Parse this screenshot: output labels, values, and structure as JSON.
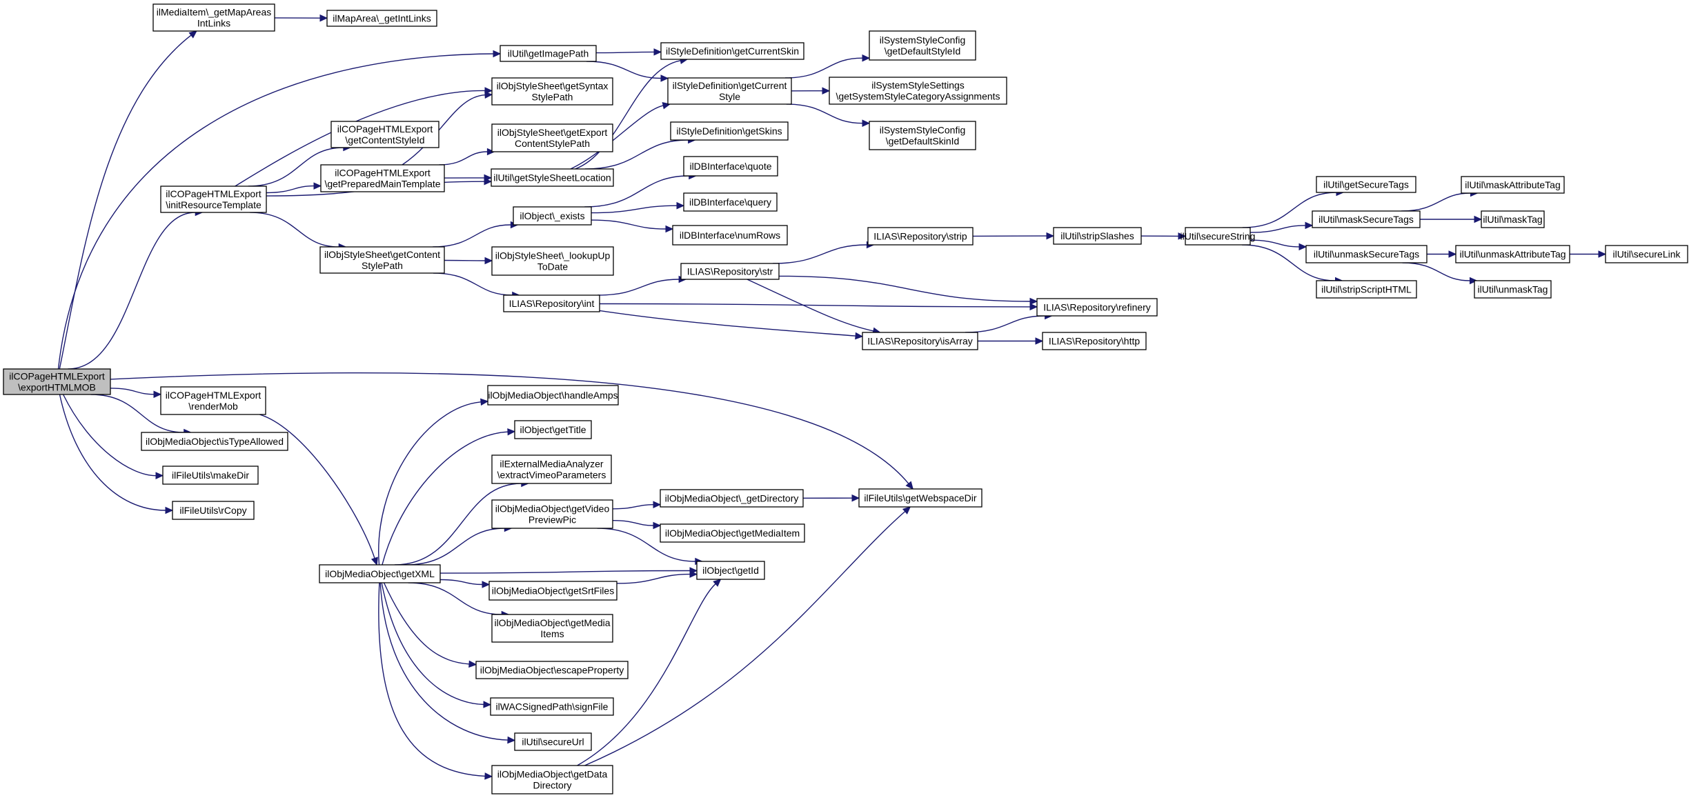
{
  "diagram": {
    "colors": {
      "edge": "#191970",
      "node_border": "#000000",
      "node_fill": "#ffffff",
      "root_fill": "#bfbfbf"
    },
    "nodes": [
      {
        "id": "root",
        "lines": [
          "ilCOPageHTMLExport",
          "\\exportHTMLMOB"
        ]
      },
      {
        "id": "getMapAreasIntLinks",
        "lines": [
          "ilMediaItem\\_getMapAreas",
          "IntLinks"
        ]
      },
      {
        "id": "mapGetIntLinks",
        "lines": [
          "ilMapArea\\_getIntLinks"
        ]
      },
      {
        "id": "getImagePath",
        "lines": [
          "ilUtil\\getImagePath"
        ]
      },
      {
        "id": "getCurrentSkin",
        "lines": [
          "ilStyleDefinition\\getCurrentSkin"
        ]
      },
      {
        "id": "getCurrentStyle",
        "lines": [
          "ilStyleDefinition\\getCurrent",
          "Style"
        ]
      },
      {
        "id": "getDefaultStyleId",
        "lines": [
          "ilSystemStyleConfig",
          "\\getDefaultStyleId"
        ]
      },
      {
        "id": "getSystemStyleCategoryAssignments",
        "lines": [
          "ilSystemStyleSettings",
          "\\getSystemStyleCategoryAssignments"
        ]
      },
      {
        "id": "getDefaultSkinId",
        "lines": [
          "ilSystemStyleConfig",
          "\\getDefaultSkinId"
        ]
      },
      {
        "id": "getSyntaxStylePath",
        "lines": [
          "ilObjStyleSheet\\getSyntax",
          "StylePath"
        ]
      },
      {
        "id": "getContentStyleId",
        "lines": [
          "ilCOPageHTMLExport",
          "\\getContentStyleId"
        ]
      },
      {
        "id": "getExportContentStylePath",
        "lines": [
          "ilObjStyleSheet\\getExport",
          "ContentStylePath"
        ]
      },
      {
        "id": "getSkins",
        "lines": [
          "ilStyleDefinition\\getSkins"
        ]
      },
      {
        "id": "getPreparedMainTemplate",
        "lines": [
          "ilCOPageHTMLExport",
          "\\getPreparedMainTemplate"
        ]
      },
      {
        "id": "getStyleSheetLocation",
        "lines": [
          "ilUtil\\getStyleSheetLocation"
        ]
      },
      {
        "id": "initResourceTemplate",
        "lines": [
          "ilCOPageHTMLExport",
          "\\initResourceTemplate"
        ]
      },
      {
        "id": "quote",
        "lines": [
          "ilDBInterface\\quote"
        ]
      },
      {
        "id": "query",
        "lines": [
          "ilDBInterface\\query"
        ]
      },
      {
        "id": "numRows",
        "lines": [
          "ilDBInterface\\numRows"
        ]
      },
      {
        "id": "objectExists",
        "lines": [
          "ilObject\\_exists"
        ]
      },
      {
        "id": "getContentStylePath",
        "lines": [
          "ilObjStyleSheet\\getContent",
          "StylePath"
        ]
      },
      {
        "id": "lookupUpToDate",
        "lines": [
          "ilObjStyleSheet\\_lookupUp",
          "ToDate"
        ]
      },
      {
        "id": "repoInt",
        "lines": [
          "ILIAS\\Repository\\int"
        ]
      },
      {
        "id": "repoStr",
        "lines": [
          "ILIAS\\Repository\\str"
        ]
      },
      {
        "id": "repoStrip",
        "lines": [
          "ILIAS\\Repository\\strip"
        ]
      },
      {
        "id": "stripSlashes",
        "lines": [
          "ilUtil\\stripSlashes"
        ]
      },
      {
        "id": "secureString",
        "lines": [
          "ilUtil\\secureString"
        ]
      },
      {
        "id": "getSecureTags",
        "lines": [
          "ilUtil\\getSecureTags"
        ]
      },
      {
        "id": "maskSecureTags",
        "lines": [
          "ilUtil\\maskSecureTags"
        ]
      },
      {
        "id": "unmaskSecureTags",
        "lines": [
          "ilUtil\\unmaskSecureTags"
        ]
      },
      {
        "id": "stripScriptHTML",
        "lines": [
          "ilUtil\\stripScriptHTML"
        ]
      },
      {
        "id": "maskAttributeTag",
        "lines": [
          "ilUtil\\maskAttributeTag"
        ]
      },
      {
        "id": "maskTag",
        "lines": [
          "ilUtil\\maskTag"
        ]
      },
      {
        "id": "unmaskAttributeTag",
        "lines": [
          "ilUtil\\unmaskAttributeTag"
        ]
      },
      {
        "id": "unmaskTag",
        "lines": [
          "ilUtil\\unmaskTag"
        ]
      },
      {
        "id": "secureLink",
        "lines": [
          "ilUtil\\secureLink"
        ]
      },
      {
        "id": "refinery",
        "lines": [
          "ILIAS\\Repository\\refinery"
        ]
      },
      {
        "id": "isArray",
        "lines": [
          "ILIAS\\Repository\\isArray"
        ]
      },
      {
        "id": "http",
        "lines": [
          "ILIAS\\Repository\\http"
        ]
      },
      {
        "id": "renderMob",
        "lines": [
          "ilCOPageHTMLExport",
          "\\renderMob"
        ]
      },
      {
        "id": "isTypeAllowed",
        "lines": [
          "ilObjMediaObject\\isTypeAllowed"
        ]
      },
      {
        "id": "makeDir",
        "lines": [
          "ilFileUtils\\makeDir"
        ]
      },
      {
        "id": "rCopy",
        "lines": [
          "ilFileUtils\\rCopy"
        ]
      },
      {
        "id": "handleAmps",
        "lines": [
          "ilObjMediaObject\\handleAmps"
        ]
      },
      {
        "id": "getTitle",
        "lines": [
          "ilObject\\getTitle"
        ]
      },
      {
        "id": "extractVimeoParameters",
        "lines": [
          "ilExternalMediaAnalyzer",
          "\\extractVimeoParameters"
        ]
      },
      {
        "id": "getVideoPreviewPic",
        "lines": [
          "ilObjMediaObject\\getVideo",
          "PreviewPic"
        ]
      },
      {
        "id": "getDirectory",
        "lines": [
          "ilObjMediaObject\\_getDirectory"
        ]
      },
      {
        "id": "getWebspaceDir",
        "lines": [
          "ilFileUtils\\getWebspaceDir"
        ]
      },
      {
        "id": "getMediaItem",
        "lines": [
          "ilObjMediaObject\\getMediaItem"
        ]
      },
      {
        "id": "getXML",
        "lines": [
          "ilObjMediaObject\\getXML"
        ]
      },
      {
        "id": "getId",
        "lines": [
          "ilObject\\getId"
        ]
      },
      {
        "id": "getSrtFiles",
        "lines": [
          "ilObjMediaObject\\getSrtFiles"
        ]
      },
      {
        "id": "getMediaItems",
        "lines": [
          "ilObjMediaObject\\getMedia",
          "Items"
        ]
      },
      {
        "id": "escapeProperty",
        "lines": [
          "ilObjMediaObject\\escapeProperty"
        ]
      },
      {
        "id": "signFile",
        "lines": [
          "ilWACSignedPath\\signFile"
        ]
      },
      {
        "id": "secureUrl",
        "lines": [
          "ilUtil\\secureUrl"
        ]
      },
      {
        "id": "getDataDirectory",
        "lines": [
          "ilObjMediaObject\\getData",
          "Directory"
        ]
      }
    ],
    "edges": [
      [
        "root",
        "getMapAreasIntLinks"
      ],
      [
        "root",
        "getImagePath"
      ],
      [
        "root",
        "initResourceTemplate"
      ],
      [
        "root",
        "getWebspaceDir"
      ],
      [
        "root",
        "renderMob"
      ],
      [
        "root",
        "isTypeAllowed"
      ],
      [
        "root",
        "makeDir"
      ],
      [
        "root",
        "rCopy"
      ],
      [
        "getMapAreasIntLinks",
        "mapGetIntLinks"
      ],
      [
        "getImagePath",
        "getCurrentSkin"
      ],
      [
        "getImagePath",
        "getCurrentStyle"
      ],
      [
        "getCurrentStyle",
        "getDefaultStyleId"
      ],
      [
        "getCurrentStyle",
        "getSystemStyleCategoryAssignments"
      ],
      [
        "getCurrentStyle",
        "getDefaultSkinId"
      ],
      [
        "initResourceTemplate",
        "getSyntaxStylePath"
      ],
      [
        "initResourceTemplate",
        "getContentStyleId"
      ],
      [
        "initResourceTemplate",
        "getPreparedMainTemplate"
      ],
      [
        "initResourceTemplate",
        "getStyleSheetLocation"
      ],
      [
        "initResourceTemplate",
        "getContentStylePath"
      ],
      [
        "getPreparedMainTemplate",
        "getSyntaxStylePath"
      ],
      [
        "getPreparedMainTemplate",
        "getExportContentStylePath"
      ],
      [
        "getPreparedMainTemplate",
        "getStyleSheetLocation"
      ],
      [
        "getStyleSheetLocation",
        "getCurrentSkin"
      ],
      [
        "getStyleSheetLocation",
        "getCurrentStyle"
      ],
      [
        "getStyleSheetLocation",
        "getSkins"
      ],
      [
        "getContentStylePath",
        "objectExists"
      ],
      [
        "getContentStylePath",
        "lookupUpToDate"
      ],
      [
        "getContentStylePath",
        "repoInt"
      ],
      [
        "objectExists",
        "quote"
      ],
      [
        "objectExists",
        "query"
      ],
      [
        "objectExists",
        "numRows"
      ],
      [
        "repoInt",
        "repoStr"
      ],
      [
        "repoInt",
        "refinery"
      ],
      [
        "repoInt",
        "isArray"
      ],
      [
        "repoStr",
        "repoStrip"
      ],
      [
        "repoStr",
        "refinery"
      ],
      [
        "repoStr",
        "isArray"
      ],
      [
        "repoStrip",
        "stripSlashes"
      ],
      [
        "stripSlashes",
        "secureString"
      ],
      [
        "secureString",
        "getSecureTags"
      ],
      [
        "secureString",
        "maskSecureTags"
      ],
      [
        "secureString",
        "unmaskSecureTags"
      ],
      [
        "secureString",
        "stripScriptHTML"
      ],
      [
        "maskSecureTags",
        "maskAttributeTag"
      ],
      [
        "maskSecureTags",
        "maskTag"
      ],
      [
        "unmaskSecureTags",
        "unmaskAttributeTag"
      ],
      [
        "unmaskSecureTags",
        "unmaskTag"
      ],
      [
        "unmaskAttributeTag",
        "secureLink"
      ],
      [
        "isArray",
        "refinery"
      ],
      [
        "isArray",
        "http"
      ],
      [
        "renderMob",
        "getXML"
      ],
      [
        "getXML",
        "handleAmps"
      ],
      [
        "getXML",
        "getTitle"
      ],
      [
        "getXML",
        "extractVimeoParameters"
      ],
      [
        "getXML",
        "getVideoPreviewPic"
      ],
      [
        "getXML",
        "getId"
      ],
      [
        "getXML",
        "getSrtFiles"
      ],
      [
        "getXML",
        "getMediaItems"
      ],
      [
        "getXML",
        "escapeProperty"
      ],
      [
        "getXML",
        "signFile"
      ],
      [
        "getXML",
        "secureUrl"
      ],
      [
        "getXML",
        "getDataDirectory"
      ],
      [
        "getVideoPreviewPic",
        "getDirectory"
      ],
      [
        "getVideoPreviewPic",
        "getMediaItem"
      ],
      [
        "getVideoPreviewPic",
        "getId"
      ],
      [
        "getDirectory",
        "getWebspaceDir"
      ],
      [
        "getSrtFiles",
        "getId"
      ],
      [
        "getDataDirectory",
        "getId"
      ],
      [
        "getDataDirectory",
        "getWebspaceDir"
      ]
    ]
  }
}
